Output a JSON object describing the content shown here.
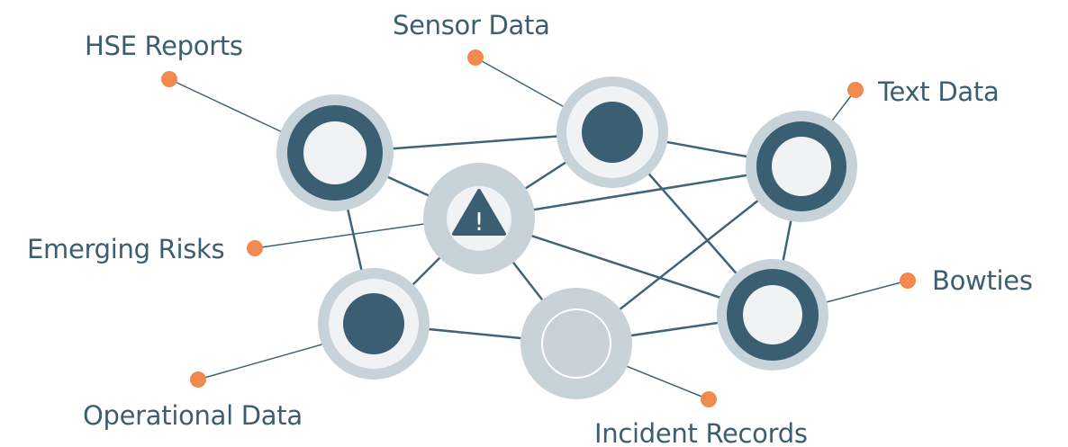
{
  "labels": {
    "hse_reports": "HSE Reports",
    "sensor_data": "Sensor Data",
    "text_data": "Text Data",
    "emerging_risks": "Emerging Risks",
    "bowties": "Bowties",
    "operational_data": "Operational Data",
    "incident_records": "Incident Records",
    "warning_mark": "!"
  },
  "colors": {
    "dark": "#3a5f72",
    "ring_outer": "#c8d2d9",
    "ring_inner": "#f1f2f3",
    "label_text": "#3d5e70",
    "accent_dot": "#f28a50",
    "edge": "#3f6476",
    "incident_fill": "#c8d1d8"
  },
  "icons": {
    "emerging_risks_node": "warning-triangle-icon"
  }
}
